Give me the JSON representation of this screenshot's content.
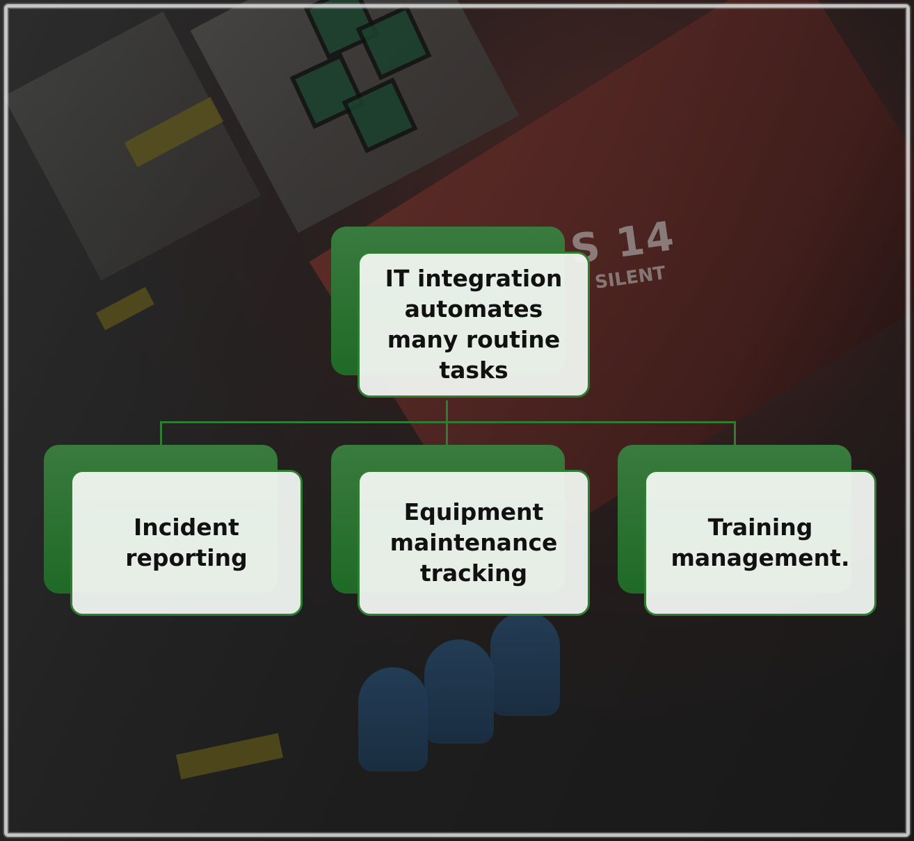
{
  "diagram": {
    "root": {
      "text": "IT integration\nautomates\nmany routine\ntasks"
    },
    "children": [
      {
        "text": "Incident\nreporting"
      },
      {
        "text": "Equipment\nmaintenance\ntracking"
      },
      {
        "text": "Training\nmanagement."
      }
    ]
  },
  "background": {
    "brand_text": "S 14",
    "brand_sub": "SILENT"
  },
  "colors": {
    "box_back": "#2e7d32",
    "box_front": "#f2f6f2",
    "connector": "#2e7d32",
    "text": "#111111"
  }
}
